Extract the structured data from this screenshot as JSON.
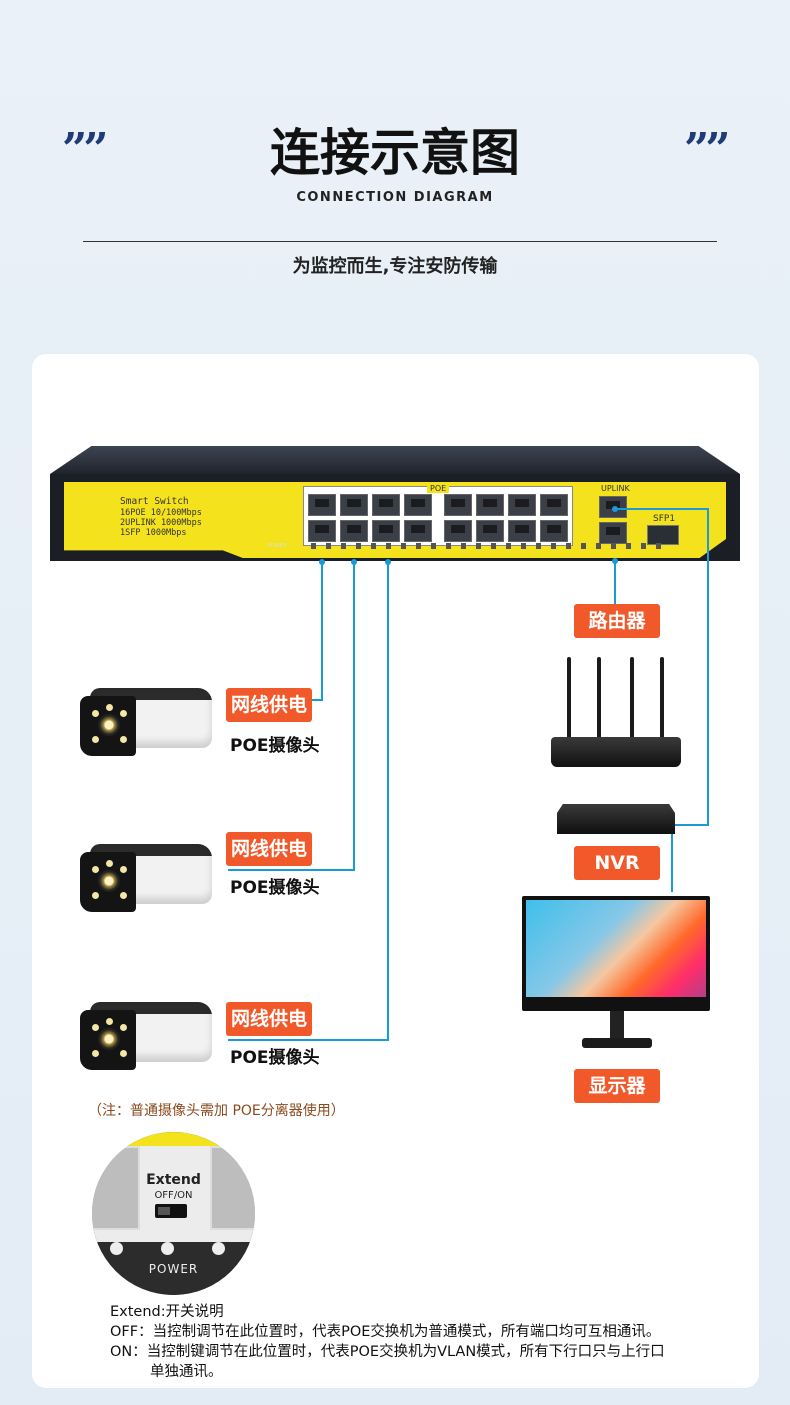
{
  "header": {
    "title": "连接示意图",
    "subtitle": "CONNECTION DIAGRAM",
    "slogan": "为监控而生,专注安防传输",
    "quote_left": "””",
    "quote_right": "””"
  },
  "switch": {
    "brand": "Smart Switch",
    "spec1": "16POE 10/100Mbps",
    "spec2": "2UPLINK 1000Mbps",
    "spec3": "1SFP 1000Mbps",
    "poe_label": "POE",
    "uplink_label": "UPLINK",
    "sfp_label": "SFP1",
    "power_label": "POWER"
  },
  "cameras": [
    {
      "tag": "网线供电",
      "label": "POE摄像头"
    },
    {
      "tag": "网线供电",
      "label": "POE摄像头"
    },
    {
      "tag": "网线供电",
      "label": "POE摄像头"
    }
  ],
  "devices": {
    "router": "路由器",
    "nvr": "NVR",
    "monitor": "显示器"
  },
  "note": "（注：普通摄像头需加 POE分离器使用）",
  "zoom": {
    "extend": "Extend",
    "offon": "OFF/ON",
    "power": "POWER"
  },
  "description": {
    "line1": "Extend:开关说明",
    "line2": "OFF：当控制调节在此位置时，代表POE交换机为普通模式，所有端口均可互相通讯。",
    "line3": "ON：当控制键调节在此位置时，代表POE交换机为VLAN模式，所有下行口只与上行口",
    "line4": "单独通讯。"
  },
  "colors": {
    "accent_orange": "#f1582a",
    "line_blue": "#1a9ad6",
    "switch_yellow": "#f4e21c",
    "title_blue": "#1f3c78"
  }
}
